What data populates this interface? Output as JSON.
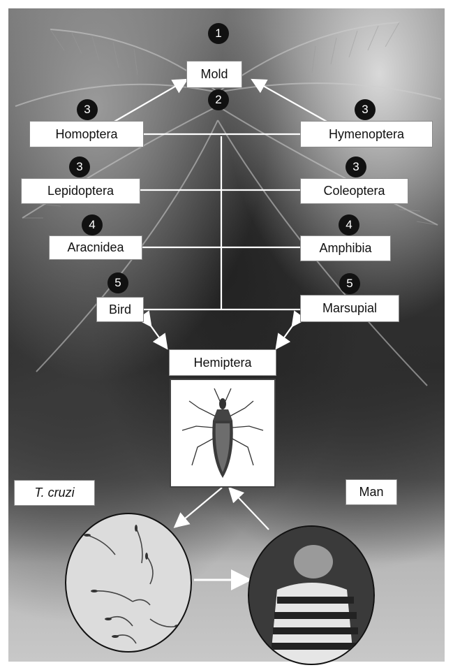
{
  "labels": {
    "mold": "Mold",
    "homoptera": "Homoptera",
    "hymenoptera": "Hymenoptera",
    "lepidoptera": "Lepidoptera",
    "coleoptera": "Coleoptera",
    "aracnidea": "Aracnidea",
    "amphibia": "Amphibia",
    "bird": "Bird",
    "marsupial": "Marsupial",
    "hemiptera": "Hemiptera",
    "t_cruzi": "T. cruzi",
    "man": "Man"
  },
  "levels": {
    "mold_top": "1",
    "mold_bottom": "2",
    "homoptera": "3",
    "hymenoptera": "3",
    "lepidoptera": "3",
    "coleoptera": "3",
    "aracnidea": "4",
    "amphibia": "4",
    "bird": "5",
    "marsupial": "5"
  }
}
